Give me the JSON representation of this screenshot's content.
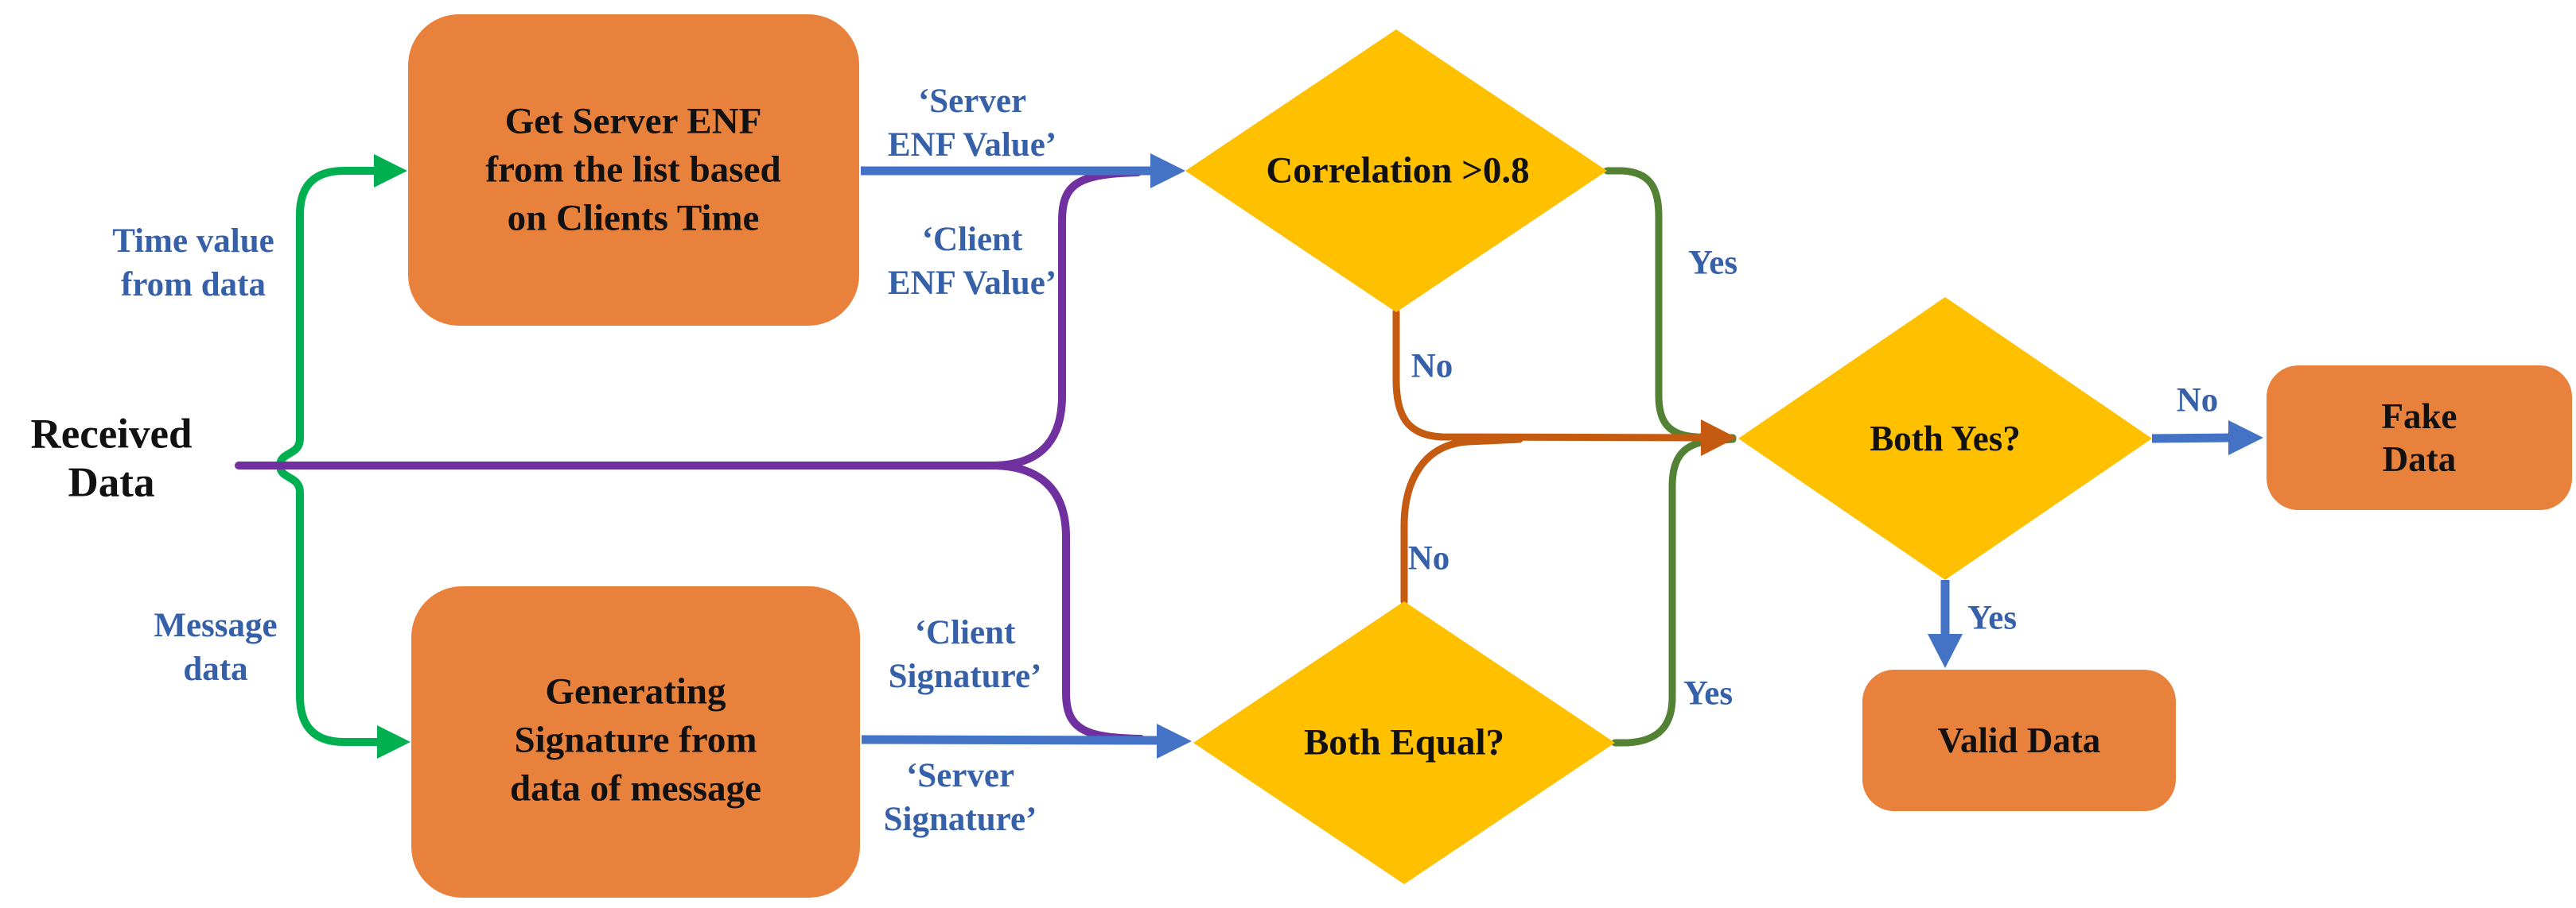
{
  "nodes": {
    "received_data": "Received\nData",
    "get_server_enf": "Get Server ENF\nfrom the list based\non Clients Time",
    "generate_signature": "Generating\nSignature from\ndata of message",
    "correlation": "Correlation >0.8",
    "both_equal": "Both Equal?",
    "both_yes": "Both Yes?",
    "fake_data": "Fake Data",
    "valid_data": "Valid Data"
  },
  "edge_labels": {
    "time_value": "Time value\nfrom data",
    "message_data": "Message\ndata",
    "server_enf_value": "‘Server\nENF Value’",
    "client_enf_value": "‘Client\nENF Value’",
    "client_signature": "‘Client\nSignature’",
    "server_signature": "‘Server\nSignature’",
    "correlation_yes": "Yes",
    "correlation_no": "No",
    "both_equal_yes": "Yes",
    "both_equal_no": "No",
    "both_yes_no": "No",
    "both_yes_yes": "Yes"
  },
  "colors": {
    "process_box_fill": "#E8813C",
    "decision_diamond_fill": "#FFC000",
    "data_split_green": "#00B050",
    "yes_line_green": "#548235",
    "no_line_orange": "#C55A11",
    "arrow_blue": "#4472C4",
    "data_line_purple": "#7030A0",
    "edge_label_blue": "#3660A8",
    "node_text_black": "#111111"
  }
}
